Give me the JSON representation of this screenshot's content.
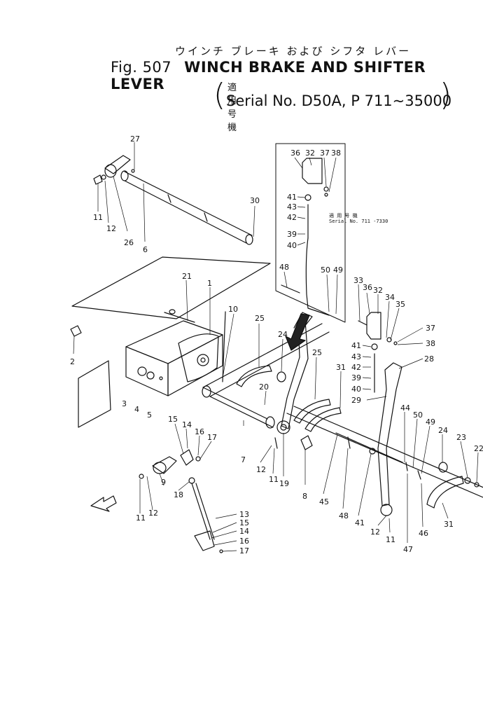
{
  "header": {
    "japanese_title": "ウインチ ブレーキ および シフタ レバー",
    "fig_label": "Fig. 507",
    "title": "WINCH BRAKE AND SHIFTER LEVER",
    "serial_japanese": "適 用 号 機",
    "serial_text": "Serial No. D50A, P  711~35000"
  },
  "inset": {
    "note_line1": "適 用 号 機",
    "note_line2": "Serial No.  711 -7330"
  },
  "parts": [
    {
      "id": "p27",
      "label": "27"
    },
    {
      "id": "p11a",
      "label": "11"
    },
    {
      "id": "p12a",
      "label": "12"
    },
    {
      "id": "p26",
      "label": "26"
    },
    {
      "id": "p6",
      "label": "6"
    },
    {
      "id": "p30",
      "label": "30"
    },
    {
      "id": "p21",
      "label": "21"
    },
    {
      "id": "p1",
      "label": "1"
    },
    {
      "id": "p10",
      "label": "10"
    },
    {
      "id": "p25a",
      "label": "25"
    },
    {
      "id": "p24a",
      "label": "24"
    },
    {
      "id": "p2",
      "label": "2"
    },
    {
      "id": "p3",
      "label": "3"
    },
    {
      "id": "p4",
      "label": "4"
    },
    {
      "id": "p5",
      "label": "5"
    },
    {
      "id": "p20",
      "label": "20"
    },
    {
      "id": "p7",
      "label": "7"
    },
    {
      "id": "p25b",
      "label": "25"
    },
    {
      "id": "p31a",
      "label": "31"
    },
    {
      "id": "p15a",
      "label": "15"
    },
    {
      "id": "p14a",
      "label": "14"
    },
    {
      "id": "p16a",
      "label": "16"
    },
    {
      "id": "p17a",
      "label": "17"
    },
    {
      "id": "p12b",
      "label": "12"
    },
    {
      "id": "p11b",
      "label": "11"
    },
    {
      "id": "p19",
      "label": "19"
    },
    {
      "id": "p8",
      "label": "8"
    },
    {
      "id": "p45",
      "label": "45"
    },
    {
      "id": "p48b",
      "label": "48"
    },
    {
      "id": "p41c",
      "label": "41"
    },
    {
      "id": "p11c",
      "label": "11"
    },
    {
      "id": "p12c",
      "label": "12"
    },
    {
      "id": "p9",
      "label": "9"
    },
    {
      "id": "p18",
      "label": "18"
    },
    {
      "id": "p13",
      "label": "13"
    },
    {
      "id": "p15b",
      "label": "15"
    },
    {
      "id": "p14b",
      "label": "14"
    },
    {
      "id": "p16b",
      "label": "16"
    },
    {
      "id": "p17b",
      "label": "17"
    },
    {
      "id": "p11d",
      "label": "11"
    },
    {
      "id": "p12d",
      "label": "12"
    },
    {
      "id": "p36a",
      "label": "36"
    },
    {
      "id": "p32a",
      "label": "32"
    },
    {
      "id": "p37a",
      "label": "37"
    },
    {
      "id": "p38a",
      "label": "38"
    },
    {
      "id": "p41a",
      "label": "41"
    },
    {
      "id": "p43a",
      "label": "43"
    },
    {
      "id": "p42a",
      "label": "42"
    },
    {
      "id": "p39a",
      "label": "39"
    },
    {
      "id": "p40a",
      "label": "40"
    },
    {
      "id": "p48a",
      "label": "48"
    },
    {
      "id": "p50a",
      "label": "50"
    },
    {
      "id": "p49a",
      "label": "49"
    },
    {
      "id": "p33",
      "label": "33"
    },
    {
      "id": "p36b",
      "label": "36"
    },
    {
      "id": "p32b",
      "label": "32"
    },
    {
      "id": "p34",
      "label": "34"
    },
    {
      "id": "p35",
      "label": "35"
    },
    {
      "id": "p37b",
      "label": "37"
    },
    {
      "id": "p38b",
      "label": "38"
    },
    {
      "id": "p41b",
      "label": "41"
    },
    {
      "id": "p43b",
      "label": "43"
    },
    {
      "id": "p42b",
      "label": "42"
    },
    {
      "id": "p39b",
      "label": "39"
    },
    {
      "id": "p40b",
      "label": "40"
    },
    {
      "id": "p29",
      "label": "29"
    },
    {
      "id": "p28",
      "label": "28"
    },
    {
      "id": "p44",
      "label": "44"
    },
    {
      "id": "p50b",
      "label": "50"
    },
    {
      "id": "p49b",
      "label": "49"
    },
    {
      "id": "p24b",
      "label": "24"
    },
    {
      "id": "p23",
      "label": "23"
    },
    {
      "id": "p22",
      "label": "22"
    },
    {
      "id": "p31b",
      "label": "31"
    },
    {
      "id": "p46",
      "label": "46"
    },
    {
      "id": "p47",
      "label": "47"
    }
  ]
}
